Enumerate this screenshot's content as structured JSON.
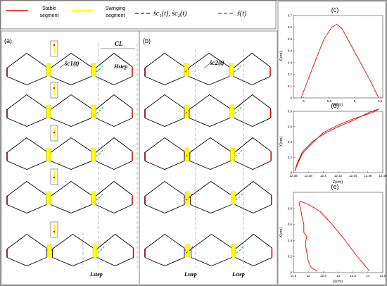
{
  "legend": {
    "stable_label_1": "Stable",
    "stable_label_2": "segment",
    "swing_label_1": "Swinging",
    "swing_label_2": "segment",
    "red_dash_formula": "ŝc₁(t), ŝc₂(t)",
    "green_dash_formula": "ŝ(t)"
  },
  "panels": {
    "a_label": "(a)",
    "b_label": "(b)",
    "c_label": "(c)",
    "d_label": "(d)",
    "e_label": "(e)"
  },
  "annotations": {
    "c_l": "CL",
    "h_step": "Hstep",
    "sc1": "ŝc1(t)",
    "sc2": "ŝc2(t)",
    "l_step_a": "Lstep",
    "l_step_b1": "Lstep",
    "l_step_b2": "Lstep"
  },
  "colors": {
    "stable": "#e60000",
    "swing": "#ffff00",
    "swing_edge": "#d8d800",
    "green": "#00c800",
    "text": "#000000"
  },
  "chart_data": [
    {
      "type": "line",
      "panel": "(c)",
      "xlabel": "Z(cm)",
      "ylabel": "X(cm)",
      "xlim": [
        4.8,
        6.55
      ],
      "ylim": [
        0,
        0.7
      ],
      "xticks": [
        "5",
        "5.5",
        "6",
        "6.5"
      ],
      "yticks": [
        "0",
        "0.1",
        "0.2",
        "0.3",
        "0.4",
        "0.5",
        "0.6",
        "0.7"
      ],
      "series": [
        {
          "x": [
            4.95,
            5.1,
            5.25,
            5.4,
            5.55,
            5.65,
            5.75,
            5.9,
            6.1,
            6.3,
            6.47
          ],
          "y": [
            0.0,
            0.17,
            0.34,
            0.5,
            0.6,
            0.625,
            0.59,
            0.47,
            0.31,
            0.15,
            0.0
          ]
        }
      ]
    },
    {
      "type": "line",
      "panel": "(d)",
      "xlabel": "Z(cm)",
      "ylabel": "X(cm)",
      "xlim": [
        12.36,
        12.48
      ],
      "ylim": [
        0,
        0.8
      ],
      "xticks": [
        "12.36",
        "12.38",
        "12.4",
        "12.42",
        "12.44",
        "12.46",
        "12.48"
      ],
      "yticks": [
        "0",
        "0.2",
        "0.4",
        "0.6",
        "0.8"
      ],
      "series": [
        {
          "x": [
            12.362,
            12.365,
            12.372,
            12.385,
            12.4,
            12.42,
            12.44,
            12.46,
            12.475,
            12.465,
            12.44,
            12.42,
            12.4,
            12.385,
            12.372,
            12.365,
            12.362
          ],
          "y": [
            0.02,
            0.12,
            0.27,
            0.4,
            0.5,
            0.6,
            0.68,
            0.78,
            0.83,
            0.78,
            0.7,
            0.62,
            0.52,
            0.38,
            0.25,
            0.1,
            0.02
          ]
        }
      ]
    },
    {
      "type": "line",
      "panel": "(e)",
      "xlabel": "Z(cm)",
      "ylabel": "X(cm)",
      "xlim": [
        11.5,
        14.5
      ],
      "ylim": [
        0,
        1.0
      ],
      "xticks": [
        "11.5",
        "12",
        "12.5",
        "13",
        "13.5",
        "14",
        "14.5"
      ],
      "yticks": [
        "0",
        "0.2",
        "0.4",
        "0.6",
        "0.8"
      ],
      "series": [
        {
          "x": [
            12.3,
            12.1,
            12.0,
            11.95,
            11.9,
            11.95,
            11.85,
            11.85,
            11.8,
            11.75,
            11.7,
            11.72,
            12.0,
            12.4,
            12.8,
            13.2,
            13.6,
            14.05
          ],
          "y": [
            0.02,
            0.06,
            0.14,
            0.25,
            0.36,
            0.45,
            0.5,
            0.6,
            0.67,
            0.78,
            0.85,
            0.89,
            0.85,
            0.76,
            0.6,
            0.42,
            0.22,
            0.02
          ]
        }
      ]
    }
  ]
}
